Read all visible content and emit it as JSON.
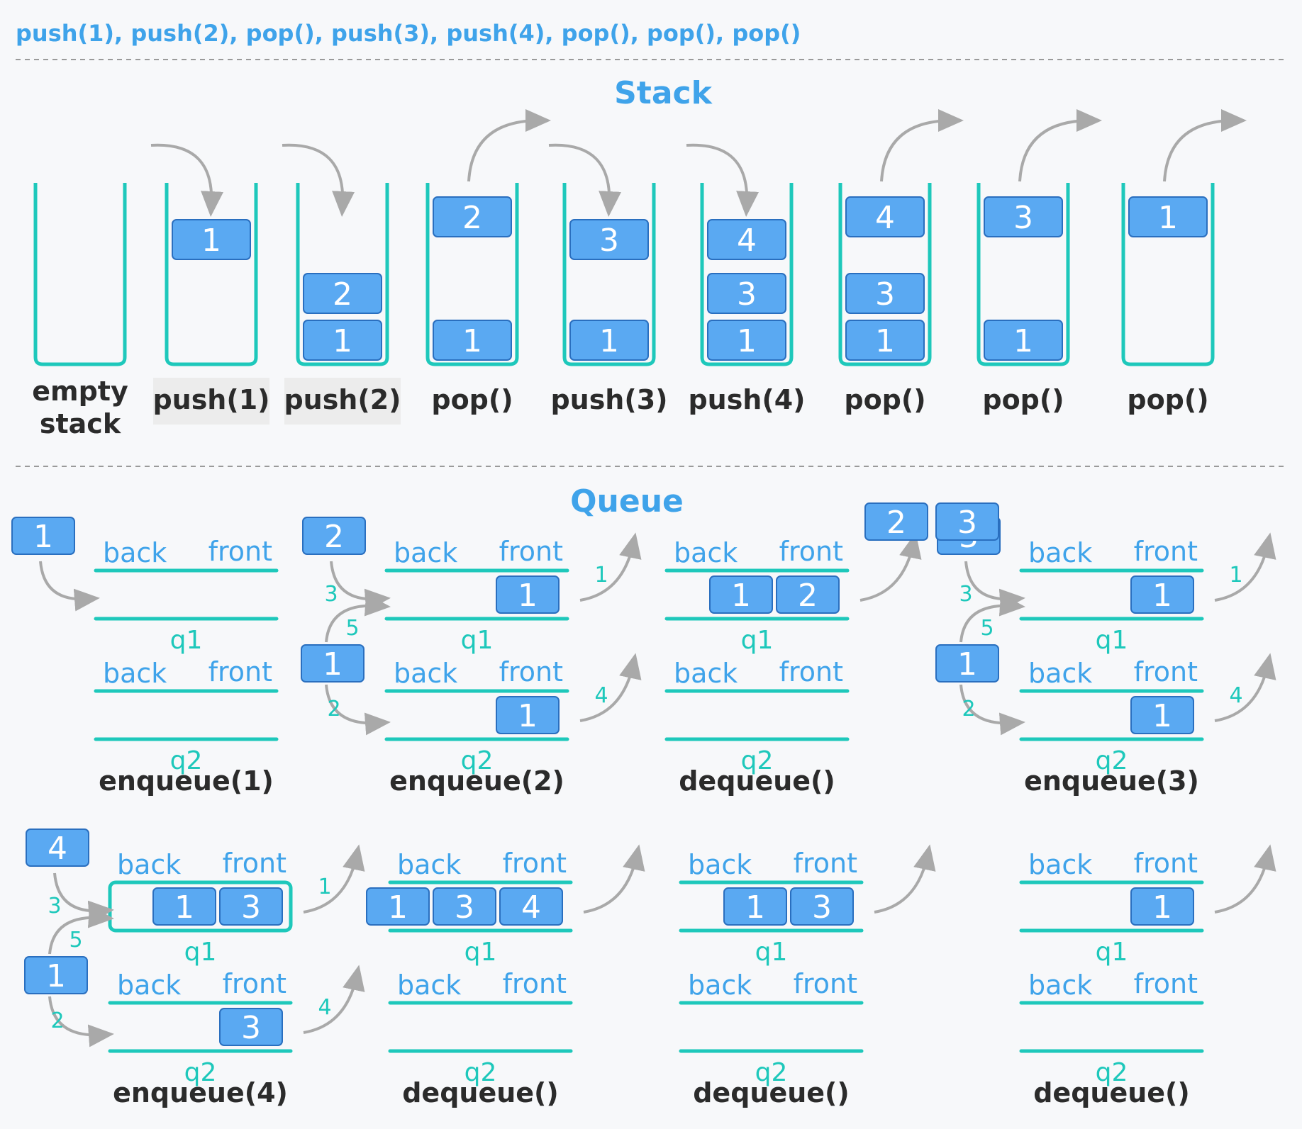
{
  "sequence": "push(1), push(2), pop(), push(3), push(4), pop(), pop(), pop()",
  "stack": {
    "title": "Stack",
    "columns": [
      {
        "label": [
          "empty",
          "stack"
        ],
        "cells": [],
        "arrow": "none",
        "highlight": false
      },
      {
        "label": [
          "push(1)"
        ],
        "cells": [
          {
            "v": "1",
            "pos": "top"
          }
        ],
        "arrow": "in",
        "highlight": true
      },
      {
        "label": [
          "push(2)"
        ],
        "cells": [
          {
            "v": "2",
            "pos": "s2"
          },
          {
            "v": "1",
            "pos": "s1"
          }
        ],
        "arrow": "in",
        "highlight": true
      },
      {
        "label": [
          "pop()"
        ],
        "cells": [
          {
            "v": "2",
            "pos": "out"
          },
          {
            "v": "1",
            "pos": "s1"
          }
        ],
        "arrow": "out",
        "highlight": false
      },
      {
        "label": [
          "push(3)"
        ],
        "cells": [
          {
            "v": "3",
            "pos": "top"
          },
          {
            "v": "1",
            "pos": "s1"
          }
        ],
        "arrow": "in",
        "highlight": false
      },
      {
        "label": [
          "push(4)"
        ],
        "cells": [
          {
            "v": "4",
            "pos": "top"
          },
          {
            "v": "3",
            "pos": "s2"
          },
          {
            "v": "1",
            "pos": "s1"
          }
        ],
        "arrow": "in",
        "highlight": false
      },
      {
        "label": [
          "pop()"
        ],
        "cells": [
          {
            "v": "4",
            "pos": "out"
          },
          {
            "v": "3",
            "pos": "s2"
          },
          {
            "v": "1",
            "pos": "s1"
          }
        ],
        "arrow": "out",
        "highlight": false
      },
      {
        "label": [
          "pop()"
        ],
        "cells": [
          {
            "v": "3",
            "pos": "out"
          },
          {
            "v": "1",
            "pos": "s1"
          }
        ],
        "arrow": "out",
        "highlight": false
      },
      {
        "label": [
          "pop()"
        ],
        "cells": [
          {
            "v": "1",
            "pos": "out"
          }
        ],
        "arrow": "out",
        "highlight": false
      }
    ]
  },
  "queue": {
    "title": "Queue",
    "back_label": "back",
    "front_label": "front",
    "q1_name": "q1",
    "q2_name": "q2",
    "groups": [
      {
        "label": "enqueue(1)",
        "q1": {
          "items": [],
          "closed": false
        },
        "q2": {
          "items": []
        },
        "incoming": [
          {
            "v": "1",
            "target": "q1",
            "step": ""
          }
        ],
        "mid": null,
        "out1": null,
        "out2": null
      },
      {
        "label": "enqueue(2)",
        "q1": {
          "items": [
            "1"
          ],
          "closed": false
        },
        "q2": {
          "items": [
            "1"
          ]
        },
        "incoming": [
          {
            "v": "2",
            "target": "q1",
            "step": "3"
          }
        ],
        "mid": {
          "v": "1",
          "up_step": "5",
          "down_step": "2"
        },
        "out1": {
          "step": "1"
        },
        "out2": {
          "step": "4"
        }
      },
      {
        "label": "dequeue()",
        "q1": {
          "items": [
            "1",
            "2"
          ],
          "closed": false
        },
        "q2": {
          "items": []
        },
        "incoming": [],
        "mid": null,
        "out1": {
          "step": ""
        },
        "out2": null
      },
      {
        "label": "enqueue(3)",
        "q1": {
          "items": [
            "1"
          ],
          "closed": false
        },
        "q2": {
          "items": [
            "1"
          ]
        },
        "incoming": [
          {
            "v": "3",
            "target": "q1",
            "step": "3"
          }
        ],
        "mid": {
          "v": "1",
          "up_step": "5",
          "down_step": "2"
        },
        "out1": {
          "step": "1"
        },
        "out2": {
          "step": "4"
        },
        "extra": [
          "2",
          "3"
        ]
      },
      {
        "label": "enqueue(4)",
        "q1": {
          "items": [
            "1",
            "3"
          ],
          "closed": true
        },
        "q2": {
          "items": [
            "3"
          ]
        },
        "incoming": [
          {
            "v": "4",
            "target": "q1",
            "step": "3"
          }
        ],
        "mid": {
          "v": "1",
          "up_step": "5",
          "down_step": "2"
        },
        "out1": {
          "step": "1"
        },
        "out2": {
          "step": "4"
        }
      },
      {
        "label": "dequeue()",
        "q1": {
          "items": [
            "1",
            "3",
            "4"
          ],
          "closed": false
        },
        "q2": {
          "items": []
        },
        "incoming": [],
        "mid": null,
        "out1": {
          "step": ""
        },
        "out2": null
      },
      {
        "label": "dequeue()",
        "q1": {
          "items": [
            "1",
            "3"
          ],
          "closed": false
        },
        "q2": {
          "items": []
        },
        "incoming": [],
        "mid": null,
        "out1": {
          "step": ""
        },
        "out2": null
      },
      {
        "label": "dequeue()",
        "q1": {
          "items": [
            "1"
          ],
          "closed": false
        },
        "q2": {
          "items": []
        },
        "incoming": [],
        "mid": null,
        "out1": {
          "step": ""
        },
        "out2": null
      }
    ]
  },
  "colors": {
    "accent": "#3fa3ea",
    "teal": "#1ec8bb",
    "cell_fill": "#5aa9f2",
    "cell_stroke": "#2a6fbf",
    "arrow": "#a9a9a9",
    "label": "#2b2b2b",
    "divider": "#9a9a9a",
    "highlight_bg": "#ececec"
  }
}
